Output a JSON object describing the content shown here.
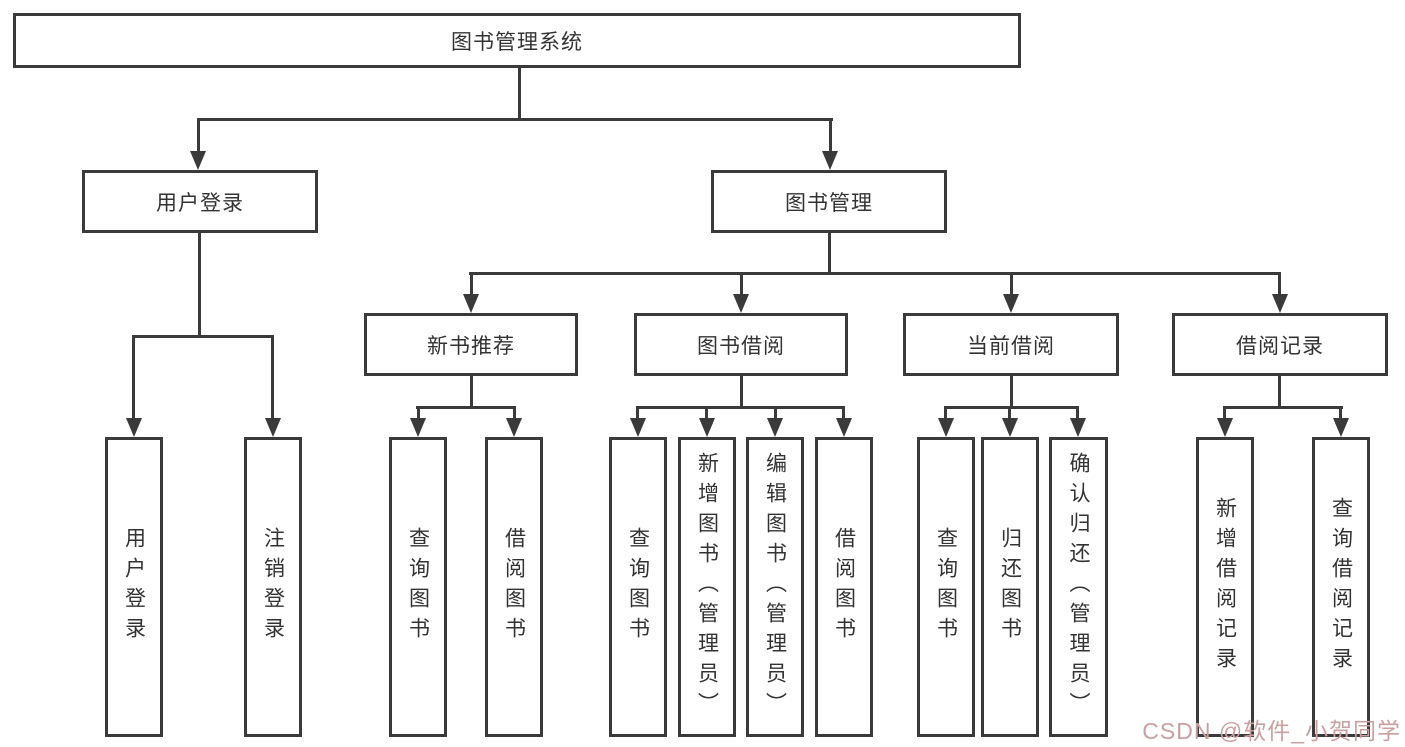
{
  "diagram": {
    "tree": {
      "label": "图书管理系统",
      "children": [
        {
          "label": "用户登录",
          "children": [
            {
              "label": "用户登录"
            },
            {
              "label": "注销登录"
            }
          ]
        },
        {
          "label": "图书管理",
          "children": [
            {
              "label": "新书推荐",
              "children": [
                {
                  "label": "查询图书"
                },
                {
                  "label": "借阅图书"
                }
              ]
            },
            {
              "label": "图书借阅",
              "children": [
                {
                  "label": "查询图书"
                },
                {
                  "label": "新增图书（管理员）"
                },
                {
                  "label": "编辑图书（管理员）"
                },
                {
                  "label": "借阅图书"
                }
              ]
            },
            {
              "label": "当前借阅",
              "children": [
                {
                  "label": "查询图书"
                },
                {
                  "label": "归还图书"
                },
                {
                  "label": "确认归还（管理员）"
                }
              ]
            },
            {
              "label": "借阅记录",
              "children": [
                {
                  "label": "新增借阅记录"
                },
                {
                  "label": "查询借阅记录"
                }
              ]
            }
          ]
        }
      ]
    },
    "colors": {
      "line": "#3a3a3a",
      "text": "#333333",
      "background": "#ffffff"
    }
  },
  "watermark": {
    "text": "CSDN @软件_小贺同学",
    "color": "#c9a0a0"
  }
}
